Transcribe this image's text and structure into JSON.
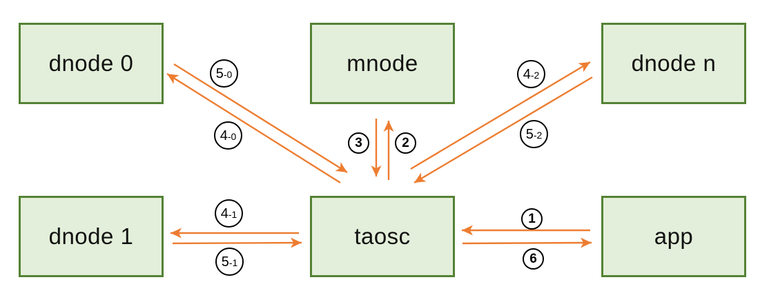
{
  "nodes": [
    {
      "id": "dnode0",
      "label": "dnode 0"
    },
    {
      "id": "mnode",
      "label": "mnode"
    },
    {
      "id": "dnoden",
      "label": "dnode n"
    },
    {
      "id": "dnode1",
      "label": "dnode 1"
    },
    {
      "id": "taosc",
      "label": "taosc"
    },
    {
      "id": "app",
      "label": "app"
    }
  ],
  "connections": [
    {
      "label": "1",
      "from": "app",
      "to": "taosc"
    },
    {
      "label": "2",
      "from": "taosc",
      "to": "mnode"
    },
    {
      "label": "3",
      "from": "mnode",
      "to": "taosc"
    },
    {
      "label": "4-0",
      "from": "taosc",
      "to": "dnode 0"
    },
    {
      "label": "5-0",
      "from": "dnode 0",
      "to": "taosc"
    },
    {
      "label": "4-1",
      "from": "taosc",
      "to": "dnode 1"
    },
    {
      "label": "5-1",
      "from": "dnode 1",
      "to": "taosc"
    },
    {
      "label": "4-2",
      "from": "taosc",
      "to": "dnode n"
    },
    {
      "label": "5-2",
      "from": "dnode n",
      "to": "taosc"
    },
    {
      "label": "6",
      "from": "taosc",
      "to": "app"
    }
  ],
  "colors": {
    "arrow": "#ED7D31",
    "node_fill": "#E3EFDA",
    "node_border": "#548235",
    "label_text": "#000000",
    "background": "#FFFFFF"
  }
}
